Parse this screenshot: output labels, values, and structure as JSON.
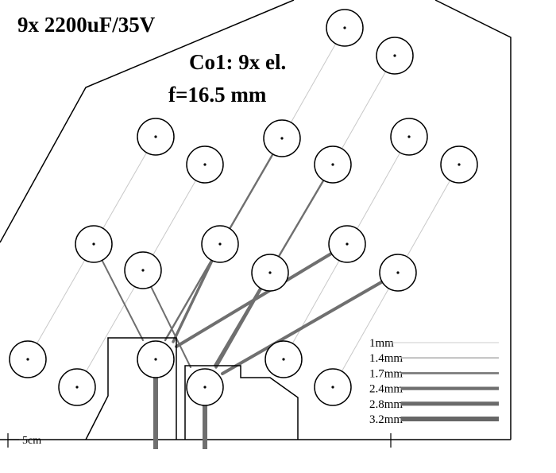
{
  "header": {
    "title": "9x 2200uF/35V",
    "subtitle_line1": "Co1: 9x el.",
    "subtitle_line2": "f=16.5 mm"
  },
  "scale_label": "5cm",
  "legend": {
    "items": [
      {
        "label": "1mm",
        "width_mm": 1.0,
        "color": "#cccccc"
      },
      {
        "label": "1.4mm",
        "width_mm": 1.4,
        "color": "#bbbbbb"
      },
      {
        "label": "1.7mm",
        "width_mm": 1.7,
        "color": "#777777"
      },
      {
        "label": "2.4mm",
        "width_mm": 2.4,
        "color": "#707070"
      },
      {
        "label": "2.8mm",
        "width_mm": 2.8,
        "color": "#6a6a6a"
      },
      {
        "label": "3.2mm",
        "width_mm": 3.2,
        "color": "#666666"
      }
    ]
  },
  "colors": {
    "outline": "#000000",
    "wire_dark": "#6f6f6f",
    "wire_light": "#c8c8c8"
  }
}
